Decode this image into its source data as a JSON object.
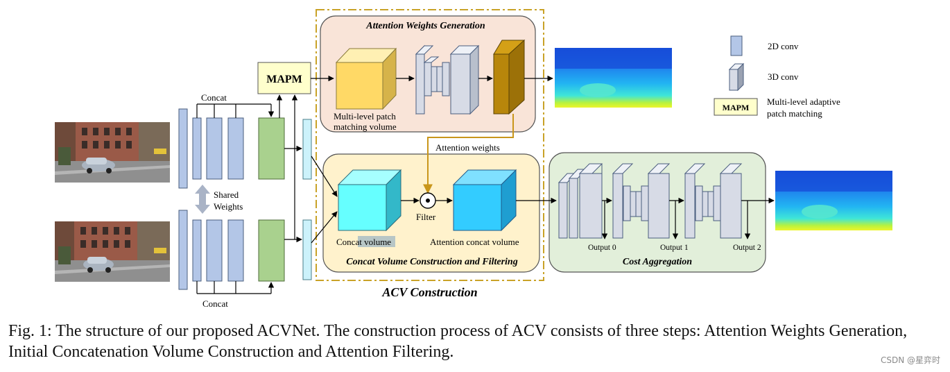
{
  "title": "ACV Construction",
  "sections": {
    "attention_weights_generation": "Attention Weights Generation",
    "concat_volume_construction": "Concat Volume Construction and Filtering",
    "cost_aggregation": "Cost Aggregation"
  },
  "labels": {
    "mapm": "MAPM",
    "concat_top": "Concat",
    "concat_bottom": "Concat",
    "shared_weights_line1": "Shared",
    "shared_weights_line2": "Weights",
    "patch_volume_line1": "Multi-level patch",
    "patch_volume_line2": "matching volume",
    "attention_weights": "Attention weights",
    "filter": "Filter",
    "concat_volume_a": "Conc",
    "concat_volume_b": "at volume",
    "attention_concat_volume": "Attention concat volume",
    "output0": "Output 0",
    "output1": "Output 1",
    "output2": "Output 2"
  },
  "legend": {
    "conv2d": "2D conv",
    "conv3d": "3D conv",
    "mapm_box": "MAPM",
    "mapm_line1": "Multi-level adaptive",
    "mapm_line2": "patch matching"
  },
  "caption": "Fig. 1: The structure of our proposed ACVNet. The construction process of ACV consists of three steps: Attention Weights Generation, Initial Concatenation Volume Construction and Attention Filtering.",
  "watermark": "CSDN @星弈时",
  "colors": {
    "conv2d": "#b3c6e7",
    "conv3d": "#d7dbe6",
    "mapm": "#ffffcc",
    "feature_green": "#a9d18e",
    "feature_cyan": "#ccf2fb",
    "attention_panel": "#f9e4d8",
    "concat_panel": "#fff2cc",
    "cost_panel": "#e2efda",
    "acv_border": "#c9a227",
    "attention_arrow": "#c9961a"
  }
}
